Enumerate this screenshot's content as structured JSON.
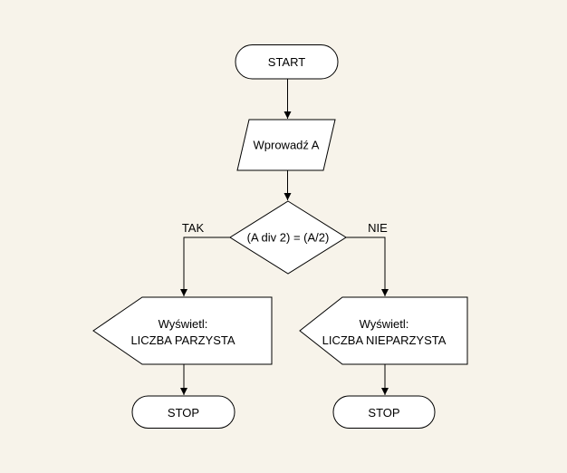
{
  "flowchart": {
    "colors": {
      "background": "#F7F3EA",
      "shape_fill": "#FFFFFF",
      "stroke": "#000000",
      "text": "#000000"
    },
    "start": {
      "label": "START"
    },
    "input": {
      "label": "Wprowadź A"
    },
    "decision": {
      "label": "(A div 2) = (A/2)",
      "branch_true": "TAK",
      "branch_false": "NIE"
    },
    "display_even": {
      "line1": "Wyświetl:",
      "line2": "LICZBA PARZYSTA"
    },
    "display_odd": {
      "line1": "Wyświetl:",
      "line2": "LICZBA NIEPARZYSTA"
    },
    "stop_even": {
      "label": "STOP"
    },
    "stop_odd": {
      "label": "STOP"
    }
  }
}
